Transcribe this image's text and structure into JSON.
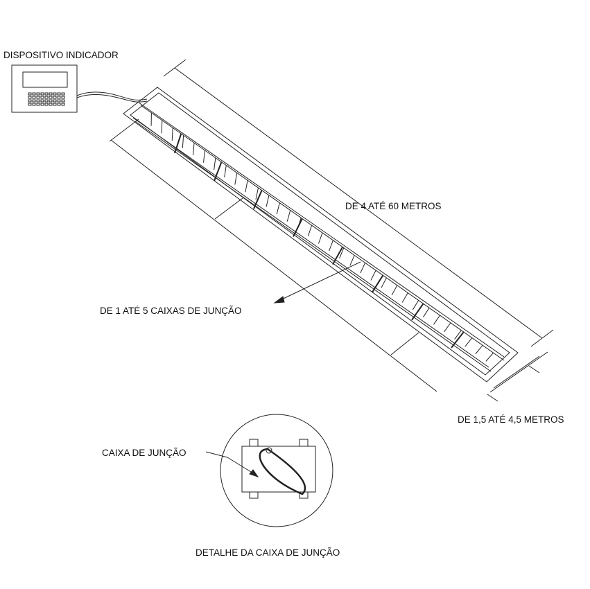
{
  "labels": {
    "indicator": "DISPOSITIVO INDICADOR",
    "length": "DE 4 ATÉ 60 METROS",
    "junction_boxes": "DE 1 ATÉ 5 CAIXAS DE JUNÇÃO",
    "width": "DE 1,5 ATÉ 4,5 METROS",
    "junction_box": "CAIXA DE JUNÇÃO",
    "detail_caption": "DETALHE DA CAIXA DE JUNÇÃO"
  },
  "colors": {
    "line": "#222222",
    "background": "#ffffff"
  }
}
